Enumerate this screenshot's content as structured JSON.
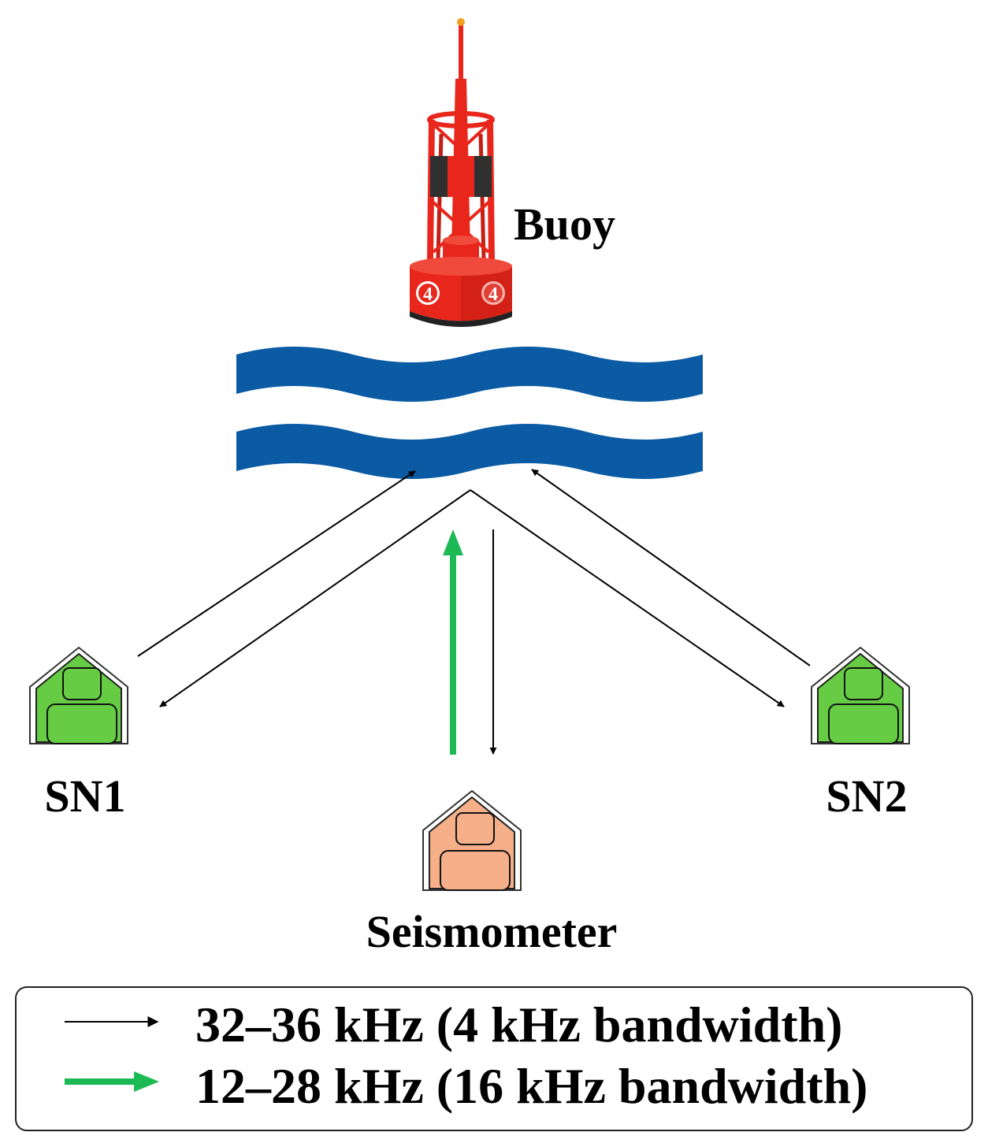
{
  "labels": {
    "buoy": "Buoy",
    "sn1": "SN1",
    "sn2": "SN2",
    "seismometer": "Seismometer",
    "buoy_number": "4"
  },
  "legend": {
    "items": [
      {
        "text": "32–36 kHz (4 kHz bandwidth)",
        "color": "#000000"
      },
      {
        "text": "12–28 kHz (16 kHz bandwidth)",
        "color": "#1db954"
      }
    ]
  },
  "colors": {
    "buoy_red": "#e8261c",
    "buoy_dark": "#b81910",
    "water": "#0a5ba3",
    "sensor_green": "#66cc44",
    "sensor_orange": "#f5b08a",
    "uplink_green": "#1db954"
  }
}
